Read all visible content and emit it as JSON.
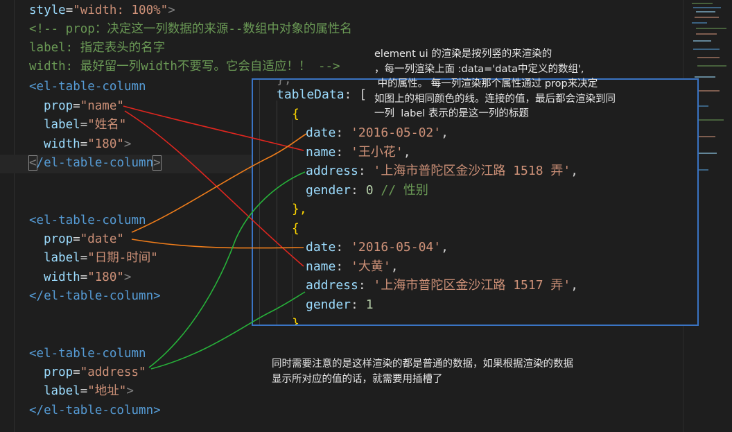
{
  "left_code": {
    "line1_attr": "style",
    "line1_eq": "=",
    "line1_val": "\"width: 100%\"",
    "line1_close": ">",
    "comment1": "<!-- prop：决定这一列数据的来源--数组中对象的属性名",
    "comment2": "label: 指定表头的名字",
    "comment3": "width: 最好留一列width不要写。它会自适应！！ -->",
    "col1": {
      "open": "<el-table-column",
      "prop_attr": "prop",
      "prop_val": "\"name\"",
      "label_attr": "label",
      "label_val": "\"姓名\"",
      "width_attr": "width",
      "width_val": "\"180\"",
      "close_lt": "<",
      "close_tag": "/el-table-column",
      "close_gt": ">"
    },
    "col2": {
      "open": "<el-table-column",
      "prop_attr": "prop",
      "prop_val": "\"date\"",
      "label_attr": "label",
      "label_val": "\"日期-时间\"",
      "width_attr": "width",
      "width_val": "\"180\"",
      "close": "</el-table-column>"
    },
    "col3": {
      "open": "<el-table-column",
      "prop_attr": "prop",
      "prop_val": "\"address\"",
      "label_attr": "label",
      "label_val": "\"地址\"",
      "close": "</el-table-column>"
    },
    "eq": "=",
    "gt": ">"
  },
  "panel": {
    "frag_top": "},",
    "table_key": "tableData",
    "table_open": ": [",
    "obj_open": "{",
    "obj_close": "},",
    "obj2_close": "}",
    "rows": [
      {
        "date_key": "date",
        "date_val": "'2016-05-02'",
        "name_key": "name",
        "name_val": "'王小花'",
        "addr_key": "address",
        "addr_val": "'上海市普陀区金沙江路 1518 弄'",
        "gender_key": "gender",
        "gender_val": "0",
        "gender_comment": "// 性别"
      },
      {
        "date_key": "date",
        "date_val": "'2016-05-04'",
        "name_key": "name",
        "name_val": "'大黄'",
        "addr_key": "address",
        "addr_val": "'上海市普陀区金沙江路 1517 弄'",
        "gender_key": "gender",
        "gender_val": "1"
      }
    ],
    "colon": ": ",
    "comma": ","
  },
  "notes": {
    "top": "element ui 的渲染是按列竖的来渲染的\n，每一列渲染上面 :data='data中定义的数组',\n 中的属性。 每一列渲染那个属性通过 prop来决定\n如图上的相同颜色的线。连接的值，最后都会渲染到同\n一列  label 表示的是这一列的标题",
    "bottom": "同时需要注意的是这样渲染的都是普通的数据，如果根据渲染的数据\n显示所对应的值的话，就需要用插槽了"
  },
  "colors": {
    "name_line": "#e0261f",
    "date_line": "#f07d1a",
    "address_line": "#27b23a",
    "panel_border": "#3a74c4"
  }
}
